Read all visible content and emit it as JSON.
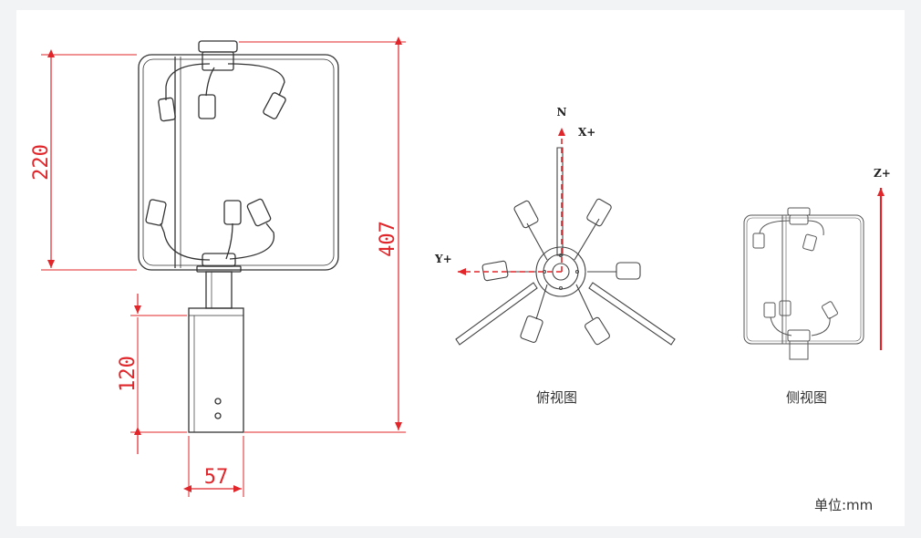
{
  "dimensions": {
    "upper_height": "220",
    "total_height": "407",
    "base_height": "120",
    "base_width": "57"
  },
  "top_view": {
    "north_label": "N",
    "x_axis_label": "X+",
    "y_axis_label": "Y+",
    "caption": "俯视图"
  },
  "side_view": {
    "z_axis_label": "Z+",
    "caption": "侧视图"
  },
  "unit_note": "单位:mm",
  "colors": {
    "dimension": "#e0262a",
    "outline": "#333333",
    "page": "#ffffff",
    "background": "#f2f3f5"
  }
}
